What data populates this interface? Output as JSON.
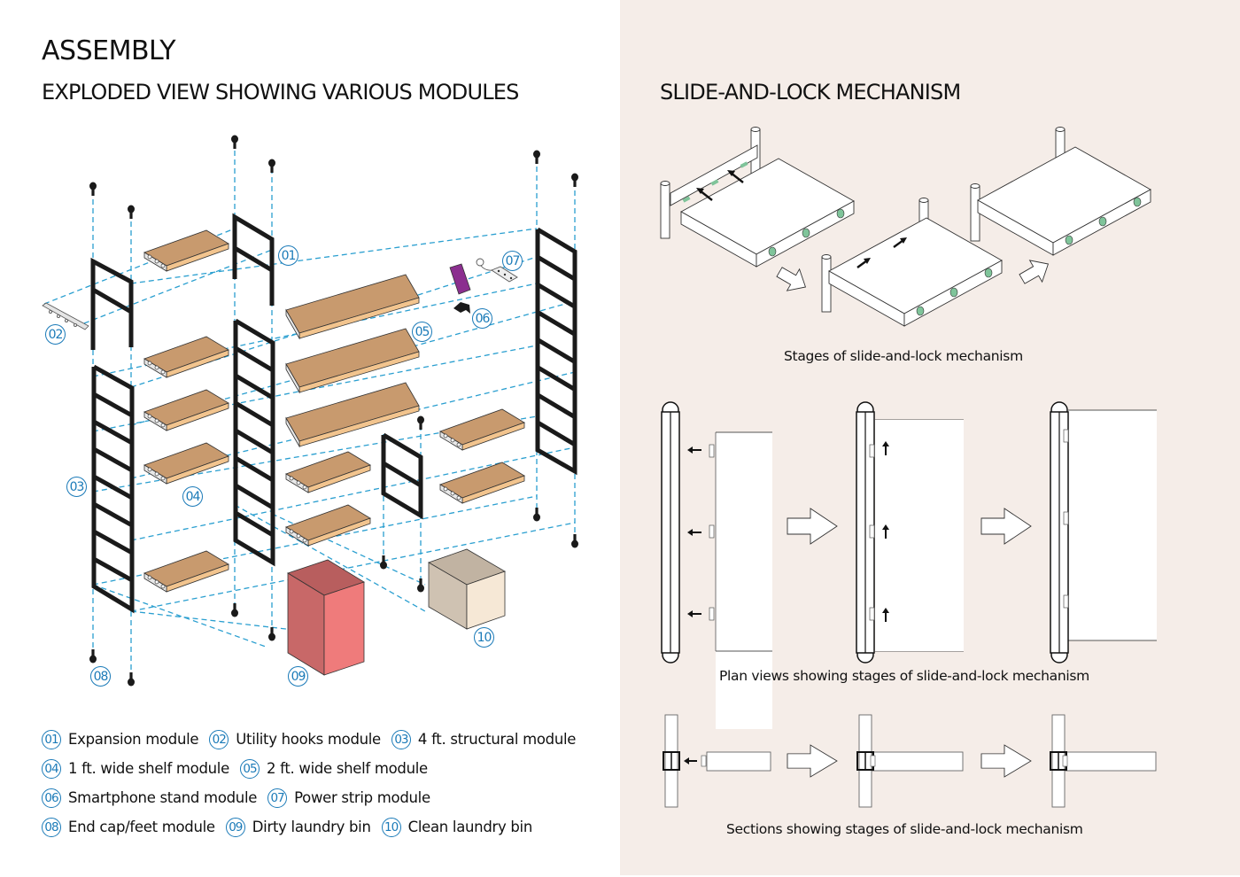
{
  "left": {
    "title": "ASSEMBLY",
    "subtitle": "EXPLODED VIEW SHOWING VARIOUS MODULES",
    "callouts": [
      "01",
      "02",
      "03",
      "04",
      "05",
      "06",
      "07",
      "08",
      "09",
      "10"
    ],
    "legend": [
      [
        {
          "num": "01",
          "label": "Expansion module"
        },
        {
          "num": "02",
          "label": "Utility hooks module"
        },
        {
          "num": "03",
          "label": "4 ft. structural module"
        }
      ],
      [
        {
          "num": "04",
          "label": "1 ft. wide shelf module"
        },
        {
          "num": "05",
          "label": "2 ft. wide shelf module"
        }
      ],
      [
        {
          "num": "06",
          "label": "Smartphone stand module"
        },
        {
          "num": "07",
          "label": "Power strip module"
        }
      ],
      [
        {
          "num": "08",
          "label": "End cap/feet module"
        },
        {
          "num": "09",
          "label": "Dirty laundry bin"
        },
        {
          "num": "10",
          "label": "Clean laundry bin"
        }
      ]
    ],
    "colors": {
      "callout": "#1a7ab8",
      "guide": "#2a9fd0",
      "frame": "#1a1a1a",
      "shelf_top": "#c89a6e",
      "shelf_edge": "#f2c48e",
      "dirty_bin": "#e97a7a",
      "clean_bin": "#f5e6d2",
      "phone": "#8b2f8f"
    }
  },
  "right": {
    "title": "SLIDE-AND-LOCK MECHANISM",
    "caption_iso": "Stages of slide-and-lock mechanism",
    "caption_plan": "Plan views showing stages of slide-and-lock mechanism",
    "caption_section": "Sections showing stages of slide-and-lock mechanism",
    "colors": {
      "background": "#f5ede8",
      "lock_tab": "#7fc49a"
    }
  }
}
